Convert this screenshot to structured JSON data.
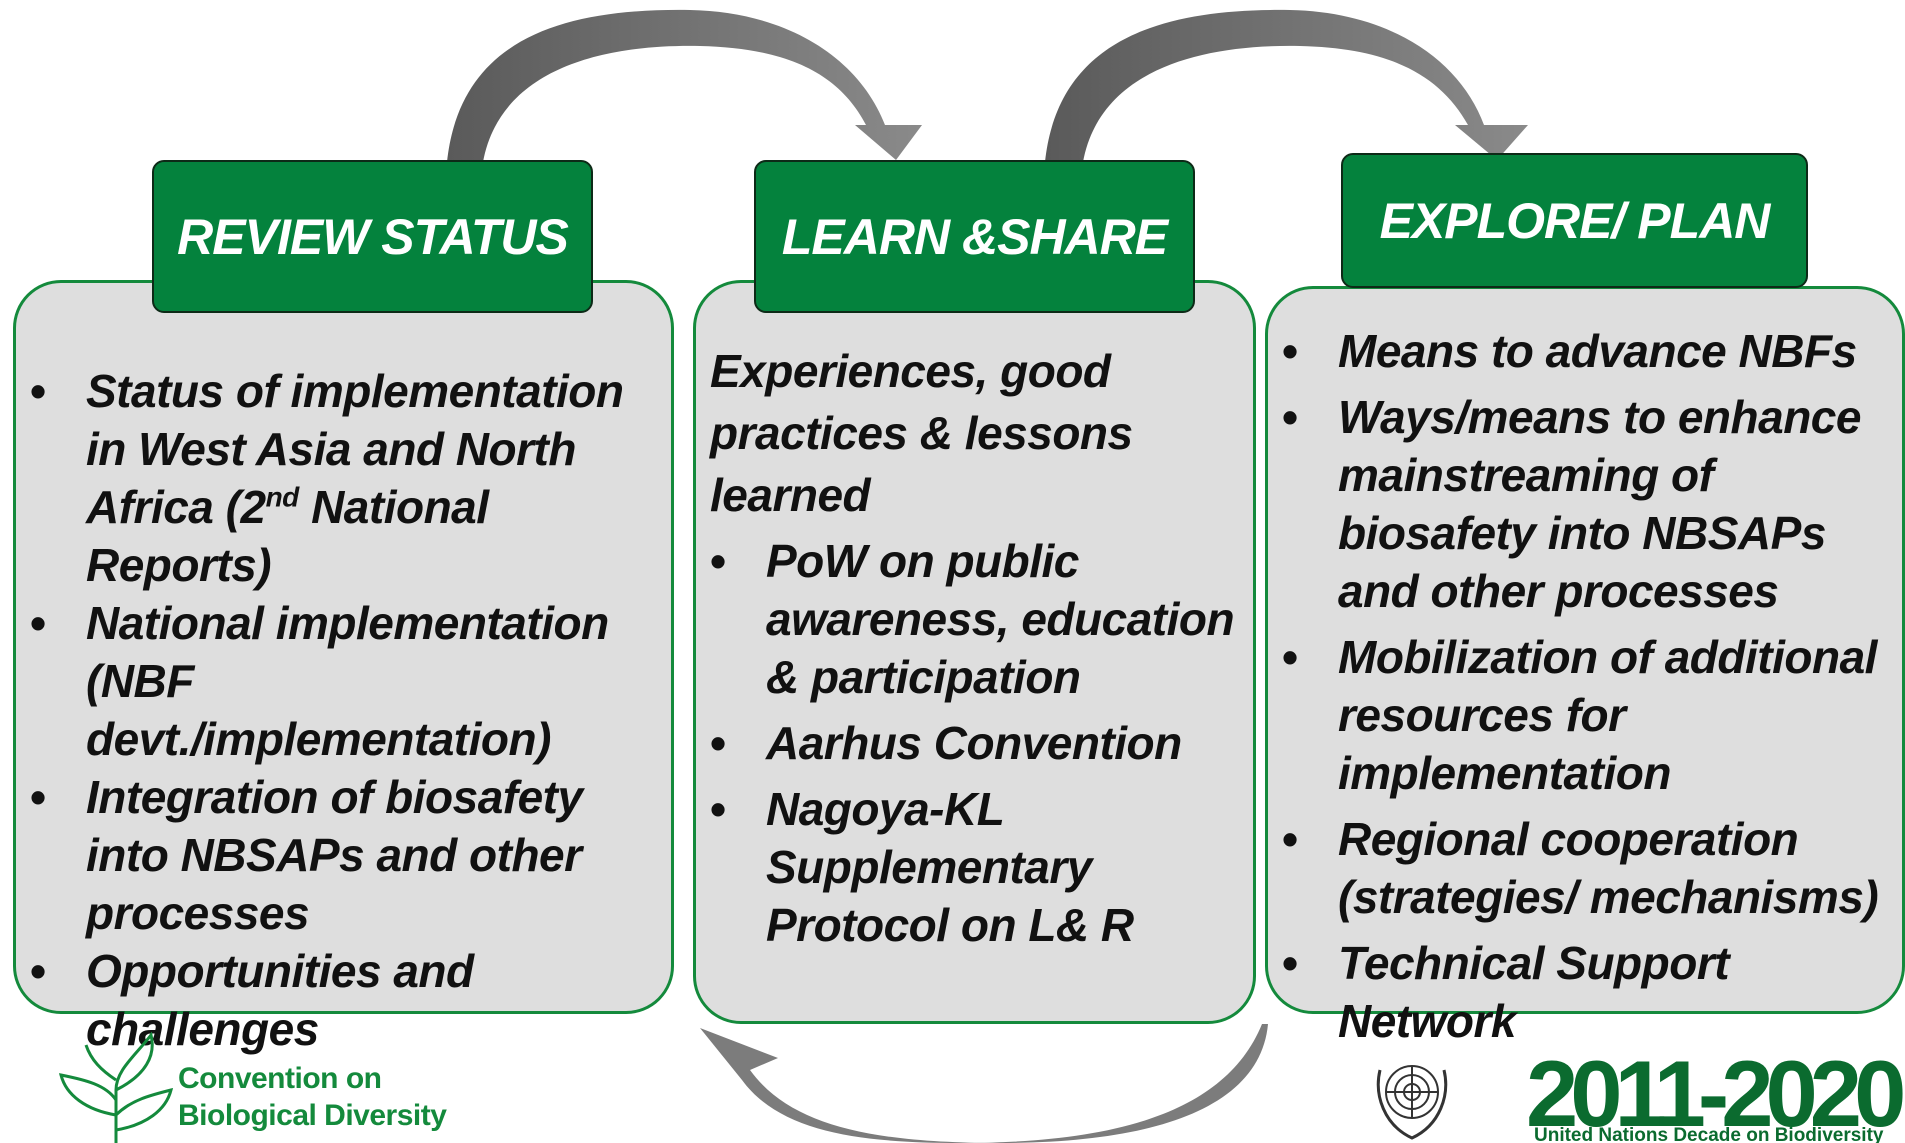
{
  "colors": {
    "header_green": "#04823d",
    "box_fill": "#dedede",
    "box_border": "#148a3c",
    "arrow_gray": "#707070"
  },
  "columns": [
    {
      "header": "REVIEW STATUS",
      "intro": "",
      "bullets": [
        "Status of implementation in West Asia and North Africa (2nd National Reports)",
        "National implementation (NBF devt./implementation)",
        "Integration of biosafety into NBSAPs and other processes",
        "Opportunities and challenges"
      ]
    },
    {
      "header": "LEARN &SHARE",
      "intro": "Experiences, good practices & lessons learned",
      "bullets": [
        "PoW on public awareness, education & participation",
        "Aarhus Convention",
        "Nagoya-KL Supplementary Protocol on L& R"
      ]
    },
    {
      "header": "EXPLORE/ PLAN",
      "intro": "",
      "bullets": [
        "Means to advance NBFs",
        "Ways/means to enhance mainstreaming of biosafety into NBSAPs and other processes",
        "Mobilization of additional resources for implementation",
        "Regional cooperation (strategies/ mechanisms)",
        "Technical Support Network"
      ]
    }
  ],
  "bullet_glyph": "•",
  "logos": {
    "cbd_line1": "Convention on",
    "cbd_line2": "Biological Diversity",
    "decade_digits": "2011-2020",
    "decade_text": "United Nations Decade on Biodiversity",
    "un_emblem_icon": "un-emblem-icon",
    "cbd_icon": "cbd-plant-icon"
  }
}
